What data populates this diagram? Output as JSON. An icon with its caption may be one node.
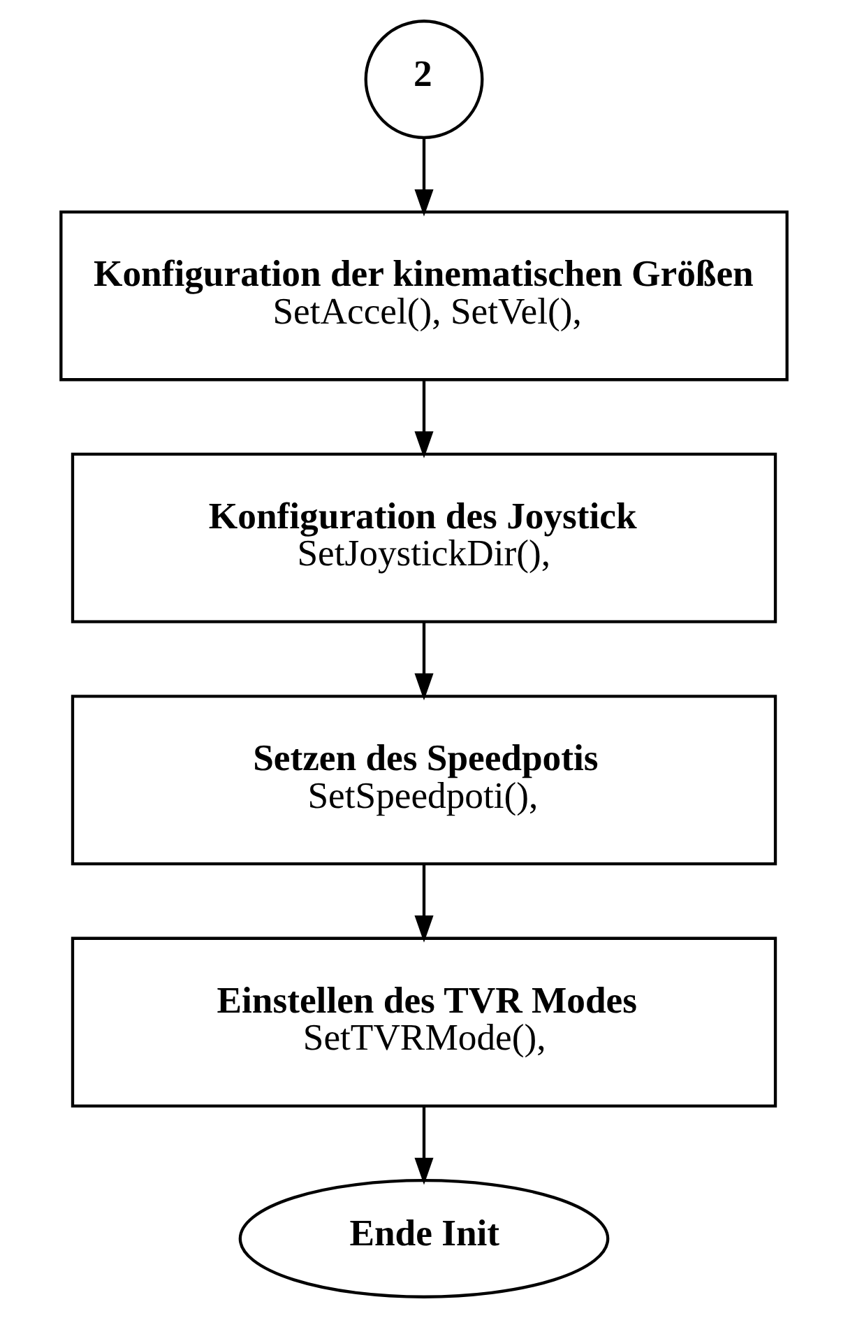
{
  "diagram": {
    "nodes": [
      {
        "text": [
          "2"
        ]
      },
      {
        "text": [
          "Konfiguration der kinematischen Größen",
          "SetAccel(), SetVel(),"
        ]
      },
      {
        "text": [
          "Konfiguration des Joystick",
          "SetJoystickDir(),"
        ]
      },
      {
        "text": [
          "Setzen des Speedpotis",
          "SetSpeedpoti(),"
        ]
      },
      {
        "text": [
          "Einstellen des TVR Modes",
          "SetTVRMode(),"
        ]
      },
      {
        "text": [
          "Ende Init"
        ]
      }
    ],
    "edges": [
      {
        "from": 0,
        "to": 1,
        "arrow": "to"
      },
      {
        "from": 1,
        "to": 2,
        "arrow": "to"
      },
      {
        "from": 2,
        "to": 3,
        "arrow": "to"
      },
      {
        "from": 3,
        "to": 4,
        "arrow": "to"
      },
      {
        "from": 4,
        "to": 5,
        "arrow": "to"
      }
    ]
  }
}
